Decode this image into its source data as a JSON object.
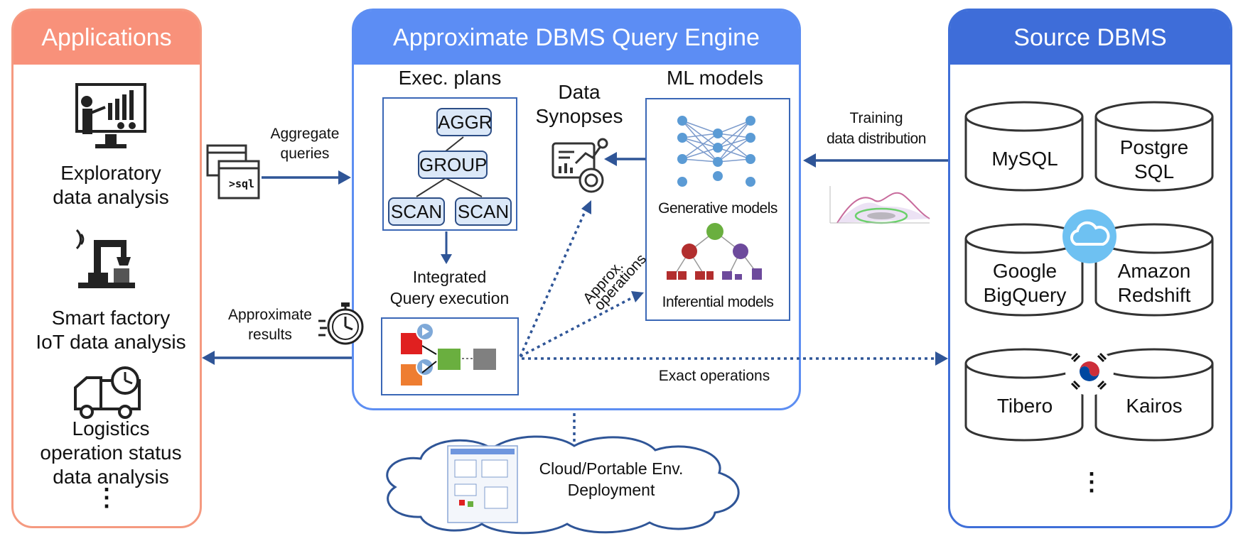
{
  "applications": {
    "title": "Applications",
    "items": [
      {
        "line1": "Exploratory",
        "line2": "data analysis",
        "icon": "monitor-chart-icon"
      },
      {
        "line1": "Smart factory",
        "line2": "IoT data analysis",
        "icon": "robot-arm-icon"
      },
      {
        "line1": "Logistics",
        "line2": "operation status",
        "line3": "data analysis",
        "icon": "truck-clock-icon"
      }
    ],
    "more": "⋮"
  },
  "engine": {
    "title": "Approximate DBMS Query Engine",
    "exec_plans": "Exec. plans",
    "plan_nodes": {
      "aggr": "AGGR",
      "group": "GROUP",
      "scan1": "SCAN",
      "scan2": "SCAN"
    },
    "integrated_l1": "Integrated",
    "integrated_l2": "Query execution",
    "data_synopses_l1": "Data",
    "data_synopses_l2": "Synopses",
    "ml_models": "ML models",
    "generative": "Generative models",
    "inferential": "Inferential models",
    "approx_ops_l1": "Approx.",
    "approx_ops_l2": "operations",
    "exact_ops": "Exact operations"
  },
  "source": {
    "title": "Source DBMS",
    "dbs": [
      {
        "l1": "MySQL",
        "l2": ""
      },
      {
        "l1": "Postgre",
        "l2": "SQL"
      },
      {
        "l1": "Google",
        "l2": "BigQuery"
      },
      {
        "l1": "Amazon",
        "l2": "Redshift"
      },
      {
        "l1": "Tibero",
        "l2": ""
      },
      {
        "l1": "Kairos",
        "l2": ""
      }
    ],
    "more": "⋮"
  },
  "arrows": {
    "aggregate_l1": "Aggregate",
    "aggregate_l2": "queries",
    "sql_prompt": ">sql",
    "approx_results_l1": "Approximate",
    "approx_results_l2": "results",
    "training_l1": "Training",
    "training_l2": "data distribution"
  },
  "cloud": {
    "l1": "Cloud/Portable Env.",
    "l2": "Deployment"
  },
  "colors": {
    "applications": "#f8917a",
    "engine": "#5c8df4",
    "source": "#3e6dd9",
    "arrow": "#2f5597"
  }
}
